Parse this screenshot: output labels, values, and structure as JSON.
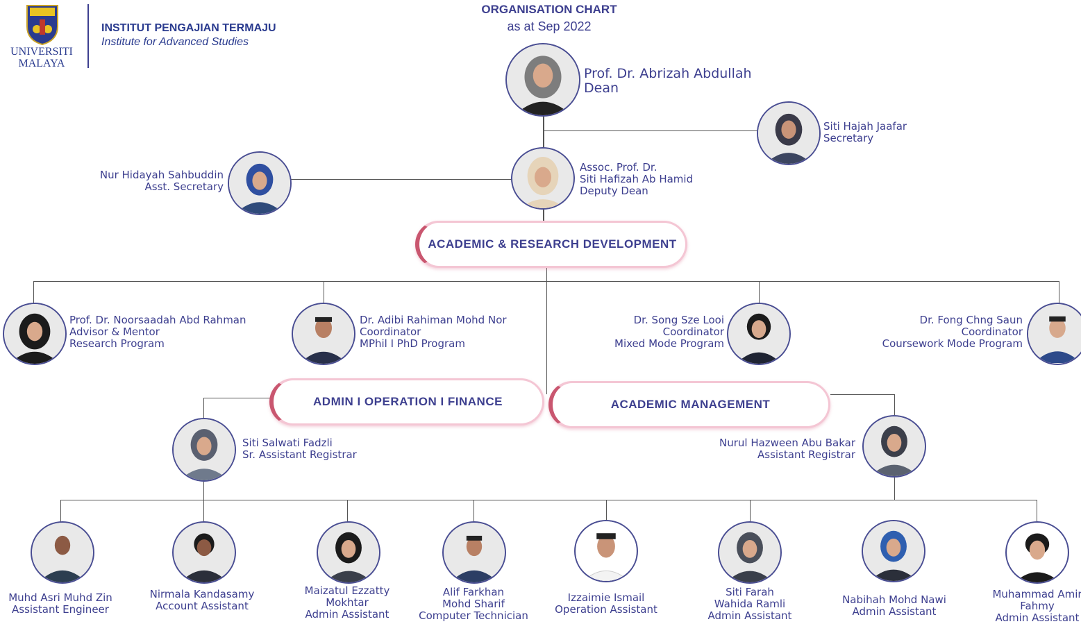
{
  "header": {
    "university": [
      "UNIVERSITI",
      "MALAYA"
    ],
    "institute_name": "INSTITUT PENGAJIAN TERMAJU",
    "institute_subtitle": "Institute for Advanced Studies",
    "chart_title": "ORGANISATION CHART",
    "chart_date": "as at Sep 2022"
  },
  "colors": {
    "text": "#3d3f8f",
    "pill_border": "#f4c6d4",
    "pill_accent": "#c9566f",
    "line": "#555555"
  },
  "sections": {
    "ard": "ACADEMIC & RESEARCH DEVELOPMENT",
    "aof": "ADMIN I OPERATION I FINANCE",
    "am": "ACADEMIC MANAGEMENT"
  },
  "people": {
    "dean": [
      "Prof. Dr. Abrizah Abdullah",
      "Dean"
    ],
    "secretary": [
      "Siti Hajah Jaafar",
      "Secretary"
    ],
    "deputy": [
      "Assoc. Prof. Dr.",
      "Siti Hafizah Ab Hamid",
      "Deputy Dean"
    ],
    "asst_secretary": [
      "Nur Hidayah Sahbuddin",
      "Asst. Secretary"
    ],
    "noorsaadah": [
      "Prof. Dr. Noorsaadah Abd Rahman",
      "Advisor & Mentor",
      "Research Program"
    ],
    "adibi": [
      "Dr. Adibi Rahiman Mohd Nor",
      "Coordinator",
      "MPhil I PhD Program"
    ],
    "song": [
      "Dr. Song Sze Looi",
      "Coordinator",
      "Mixed Mode Program"
    ],
    "fong": [
      "Dr. Fong Chng Saun",
      "Coordinator",
      "Coursework Mode Program"
    ],
    "salwati": [
      "Siti Salwati Fadzli",
      "Sr. Assistant Registrar"
    ],
    "hazween": [
      "Nurul Hazween Abu Bakar",
      "Assistant Registrar"
    ],
    "asri": [
      "Muhd Asri Muhd Zin",
      "Assistant Engineer"
    ],
    "nirmala": [
      "Nirmala Kandasamy",
      "Account Assistant"
    ],
    "maizatul": [
      "Maizatul Ezzatty",
      "Mokhtar",
      "Admin Assistant"
    ],
    "alif": [
      "Alif Farkhan",
      "Mohd Sharif",
      "Computer Technician"
    ],
    "izzaimie": [
      "Izzaimie Ismail",
      "Operation Assistant"
    ],
    "farah": [
      "Siti Farah",
      "Wahida Ramli",
      "Admin Assistant"
    ],
    "nabihah": [
      "Nabihah Mohd Nawi",
      "Admin Assistant"
    ],
    "amir": [
      "Muhammad Amir",
      "Fahmy",
      "Admin Assistant"
    ]
  }
}
